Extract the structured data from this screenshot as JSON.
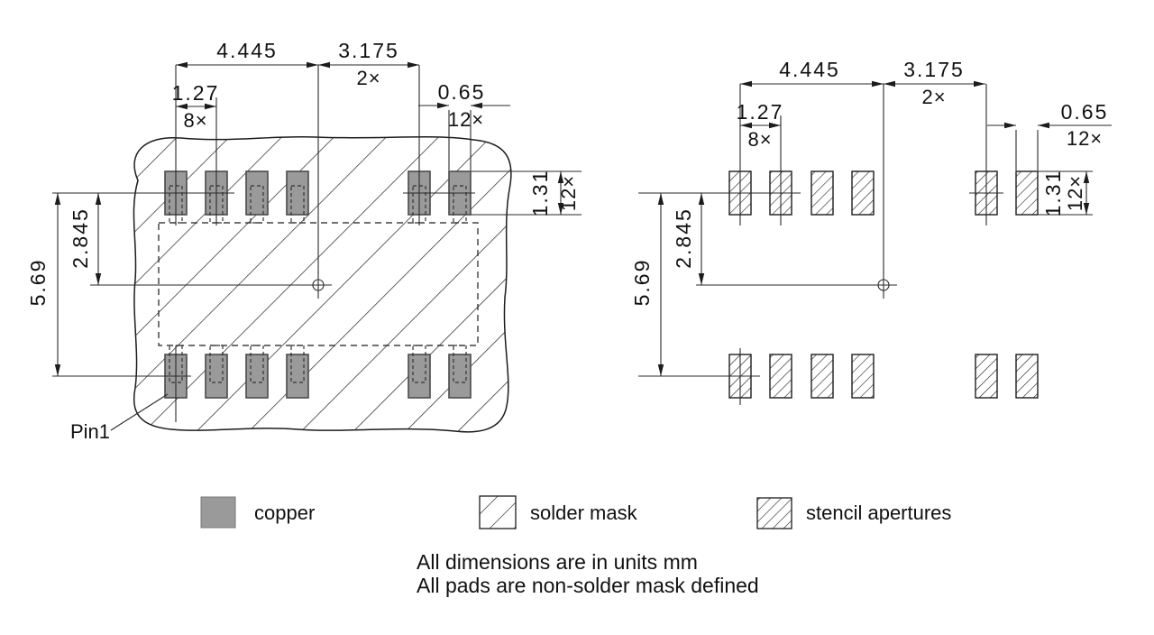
{
  "drawing": {
    "dims": {
      "row_pitch": "4.445",
      "row_gap": "3.175",
      "qty2": "2×",
      "pad_pitch": "1.27",
      "qty8": "8×",
      "pad_width": "0.65",
      "qty12": "12×",
      "pad_height": "1.31",
      "half_span": "2.845",
      "full_span": "5.69"
    },
    "pin1": "Pin1",
    "legend": {
      "copper": "copper",
      "solder_mask": "solder mask",
      "stencil_apertures": "stencil apertures"
    },
    "notes": [
      "All dimensions are in units mm",
      "All pads are non-solder mask defined"
    ],
    "colors": {
      "copper": "#9a9a9a",
      "line": "#1c1c1c"
    }
  }
}
